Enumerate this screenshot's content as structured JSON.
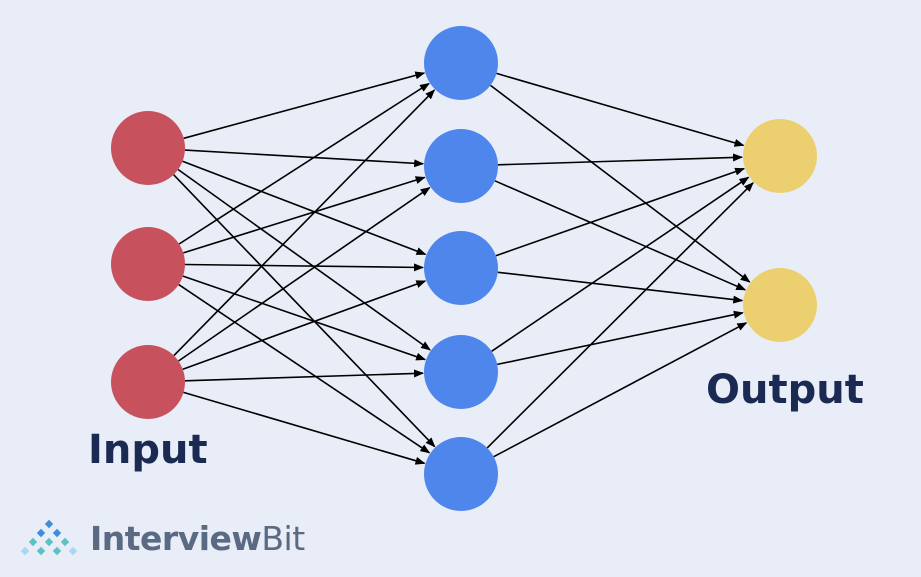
{
  "diagram": {
    "layers": [
      {
        "name": "input",
        "label": "Input",
        "count": 3
      },
      {
        "name": "hidden",
        "label": "",
        "count": 5
      },
      {
        "name": "output",
        "label": "Output",
        "count": 2
      }
    ],
    "connectivity": "fully-connected",
    "arrow_color": "#000000"
  },
  "labels": {
    "input": "Input",
    "output": "Output"
  },
  "brand": {
    "name_strong": "Interview",
    "name_light": "Bit",
    "logo_icon": "diamond-lattice-icon"
  },
  "colors": {
    "background": "#e8edf7",
    "input_node": "#c7515d",
    "hidden_node": "#4f86ec",
    "output_node": "#ecd06f",
    "label_text": "#1b2a52",
    "brand_text": "#5a6a82",
    "logo_blue": "#3d8fd8",
    "logo_teal": "#5cc2c3",
    "logo_light": "#a9d8f2"
  }
}
